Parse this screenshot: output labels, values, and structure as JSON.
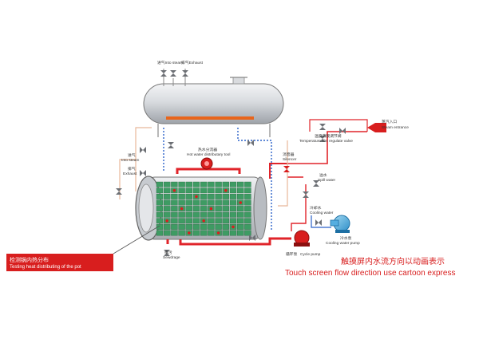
{
  "labels": {
    "into_steam_top": "进气Into steam",
    "exhaust_top": "排气Exhaust",
    "hot_water_tool_cn": "热水分流器",
    "hot_water_tool_en": "Hot water distributary tool",
    "into_steam_left_cn": "进气",
    "into_steam_left_en": "Into steam",
    "exhaust_left_cn": "排气",
    "exhaust_left_en": "Exhaust",
    "temp_valve_cn": "温度薄膜调节阀",
    "temp_valve_en": "Temperature film regulate valve",
    "steam_entrance_cn": "蒸汽入口",
    "steam_entrance_en": "Steam entrance",
    "silencer_cn": "消音器",
    "silencer_en": "Silencer",
    "spill_water_cn": "溢水",
    "spill_water_en": "Spill water",
    "cooling_water_cn": "冷却水",
    "cooling_water_en": "Cooling water",
    "cooling_pump_cn": "冷水泵",
    "cooling_pump_en": "Cooling water pump",
    "cycle_pump_cn": "循环泵",
    "cycle_pump_en": "Cycle pump",
    "sewage_cn": "排污",
    "sewage_en": "Sewdrage",
    "heat_test_cn": "检测锅内热分布",
    "heat_test_en": "Testing heat distributing of the pot",
    "touch_cn": "触摸屏内水流方向以动画表示",
    "touch_en": "Touch screen flow direction use cartoon express"
  },
  "colors": {
    "water_pipe": "#e0242a",
    "steam_pipe": "#2a62c9",
    "tank": "#c9cdd2",
    "crate": "#3e9b63",
    "accent_red": "#d81e1e"
  }
}
